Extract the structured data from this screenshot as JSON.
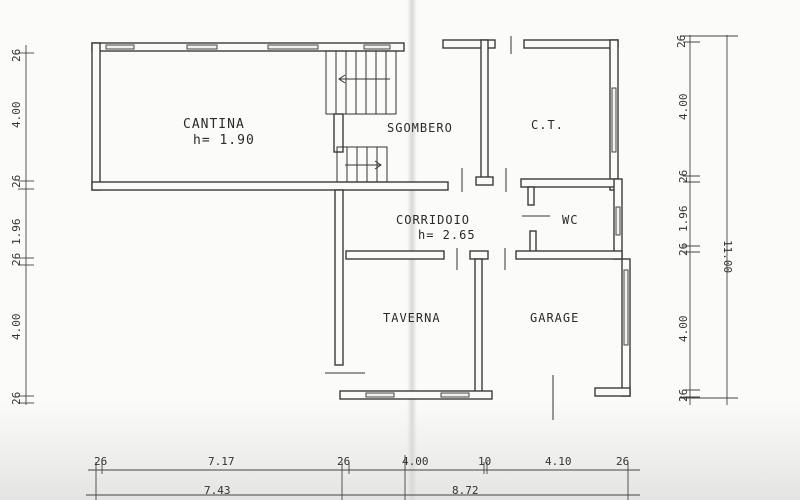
{
  "plan": {
    "rooms": [
      {
        "id": "cantina",
        "name": "CANTINA",
        "height": "h= 1.90"
      },
      {
        "id": "sgombero",
        "name": "SGOMBERO"
      },
      {
        "id": "ct",
        "name": "C.T."
      },
      {
        "id": "corridoio",
        "name": "CORRIDOIO",
        "height": "h= 2.65"
      },
      {
        "id": "wc",
        "name": "WC"
      },
      {
        "id": "taverna",
        "name": "TAVERNA"
      },
      {
        "id": "garage",
        "name": "GARAGE"
      }
    ],
    "dimensions": {
      "left": [
        "26",
        "4.00",
        "26",
        "1.96",
        "26",
        "4.00",
        "26"
      ],
      "right_inner": [
        "26",
        "4.00",
        "26",
        "1.96",
        "26",
        "4.00",
        "26"
      ],
      "right_total": "11.00",
      "bottom_top_row": [
        "26",
        "7.17",
        "26",
        "4.00",
        "10",
        "4.10",
        "26"
      ],
      "bottom_second_row": [
        "7.43",
        "8.72"
      ]
    }
  }
}
